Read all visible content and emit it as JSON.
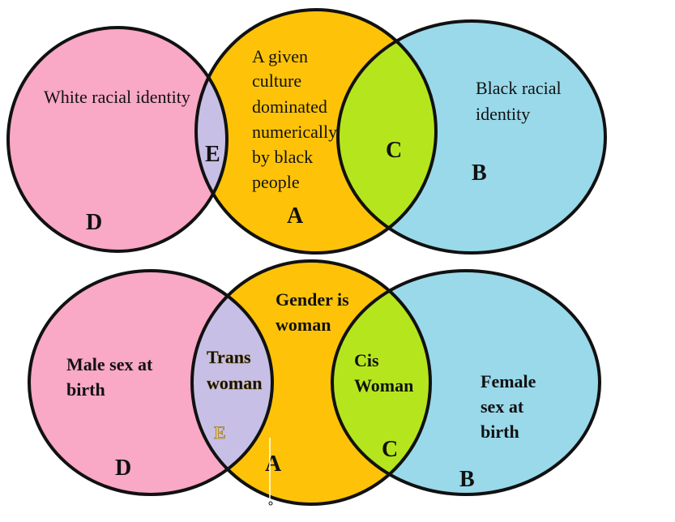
{
  "colors": {
    "pink": "#f9a8c6",
    "gold": "#fec308",
    "blue": "#99d9ea",
    "green": "#b5e61d",
    "lavender": "#c8bfe7",
    "outline": "#111111"
  },
  "top": {
    "circle_d_label": "White racial identity",
    "circle_a_lines": [
      "A given",
      "culture",
      "dominated",
      "numerically",
      "by black",
      "people"
    ],
    "circle_b_lines": [
      "Black racial",
      "identity"
    ],
    "letters": {
      "d": "D",
      "e": "E",
      "a": "A",
      "c": "C",
      "b": "B"
    }
  },
  "bottom": {
    "circle_d_lines": [
      "Male sex at",
      "birth"
    ],
    "circle_a_lines": [
      "Gender is",
      "woman"
    ],
    "region_e_lines": [
      "Trans",
      "woman"
    ],
    "region_c_lines": [
      "Cis",
      "Woman"
    ],
    "circle_b_lines": [
      "Female",
      "sex at",
      "birth"
    ],
    "letters": {
      "d": "D",
      "e": "E",
      "a": "A",
      "c": "C",
      "b": "B"
    }
  }
}
